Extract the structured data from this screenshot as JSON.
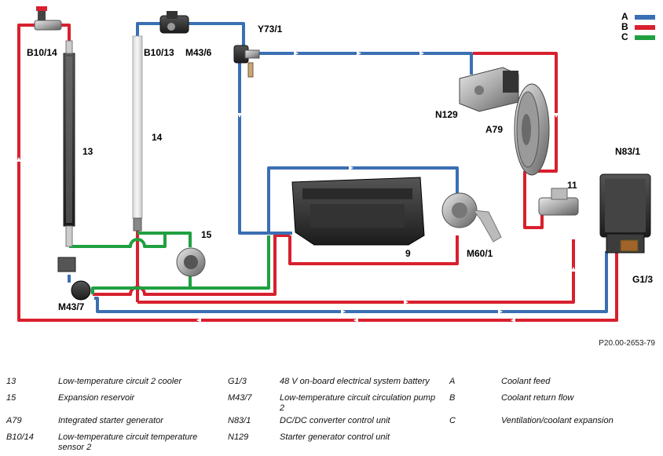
{
  "labels": {
    "b10_14": "B10/14",
    "b10_13": "B10/13",
    "m43_6": "M43/6",
    "y73_1": "Y73/1",
    "n129": "N129",
    "a79": "A79",
    "n83_1": "N83/1",
    "c13": "13",
    "c14": "14",
    "c15": "15",
    "c9": "9",
    "m60_1": "M60/1",
    "c11": "11",
    "g1_3": "G1/3",
    "m43_7": "M43/7"
  },
  "legend": [
    {
      "key": "A",
      "color": "#3a6fb3"
    },
    {
      "key": "B",
      "color": "#d8202e"
    },
    {
      "key": "C",
      "color": "#1fa040"
    }
  ],
  "reference": "P20.00-2653-79",
  "key_rows": [
    [
      {
        "code": "13",
        "desc": "Low-temperature circuit 2 cooler"
      },
      {
        "code": "G1/3",
        "desc": "48 V on-board electrical system battery"
      },
      {
        "code": "A",
        "desc": "Coolant feed"
      }
    ],
    [
      {
        "code": "15",
        "desc": "Expansion reservoir"
      },
      {
        "code": "M43/7",
        "desc": "Low-temperature circuit circulation pump 2"
      },
      {
        "code": "B",
        "desc": "Coolant return flow"
      }
    ],
    [
      {
        "code": "A79",
        "desc": "Integrated starter generator"
      },
      {
        "code": "N83/1",
        "desc": "DC/DC converter control unit"
      },
      {
        "code": "C",
        "desc": "Ventilation/coolant expansion"
      }
    ],
    [
      {
        "code": "B10/14",
        "desc": "Low-temperature circuit temperature sensor 2"
      },
      {
        "code": "N129",
        "desc": "Starter generator control unit"
      },
      {
        "code": "",
        "desc": ""
      }
    ]
  ]
}
